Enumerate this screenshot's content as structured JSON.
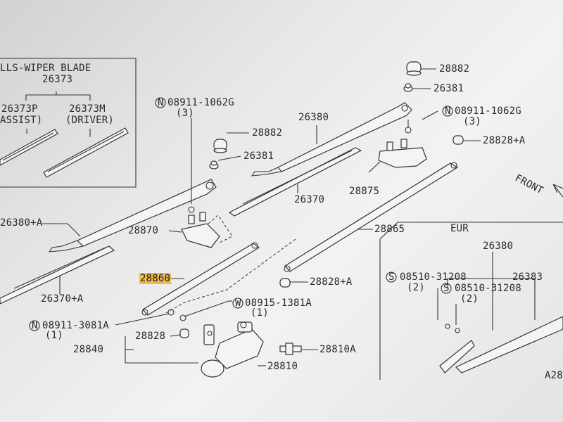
{
  "inset_left": {
    "title": "LLS-WIPER BLADE",
    "part": "26373",
    "p_assist": "26373P",
    "assist": "ASSIST)",
    "m_driver": "26373M",
    "driver": "(DRIVER)"
  },
  "front_label": "FRONT",
  "eur": {
    "title": "EUR",
    "arm": "26380",
    "bolt1": "08510-31208",
    "bolt1_qty": "(2)",
    "bolt2": "08510-31208",
    "bolt2_qty": "(2)",
    "cover": "26383",
    "partial": "A28"
  },
  "labels": {
    "n_nut_left": "08911-1062G",
    "n_nut_left_qty": "(3)",
    "n_nut_right": "08911-1062G",
    "n_nut_right_qty": "(3)",
    "p28882_top": "28882",
    "p26381_top": "26381",
    "p28882_mid": "28882",
    "p26381_mid": "26381",
    "p26380": "26380",
    "p28828a_top": "28828+A",
    "p26370": "26370",
    "p28875": "28875",
    "p26380a": "26380+A",
    "p28870": "28870",
    "p28865": "28865",
    "p28860": "28860",
    "p28828a_mid": "28828+A",
    "p26370a": "26370+A",
    "w_washer": "08915-1381A",
    "w_washer_qty": "(1)",
    "n_nut_bottom": "08911-3081A",
    "n_nut_bottom_qty": "(1)",
    "p28828": "28828",
    "p28840": "28840",
    "p28810a": "28810A",
    "p28810": "28810",
    "n_sym": "N",
    "w_sym": "W",
    "s_sym": "S"
  }
}
